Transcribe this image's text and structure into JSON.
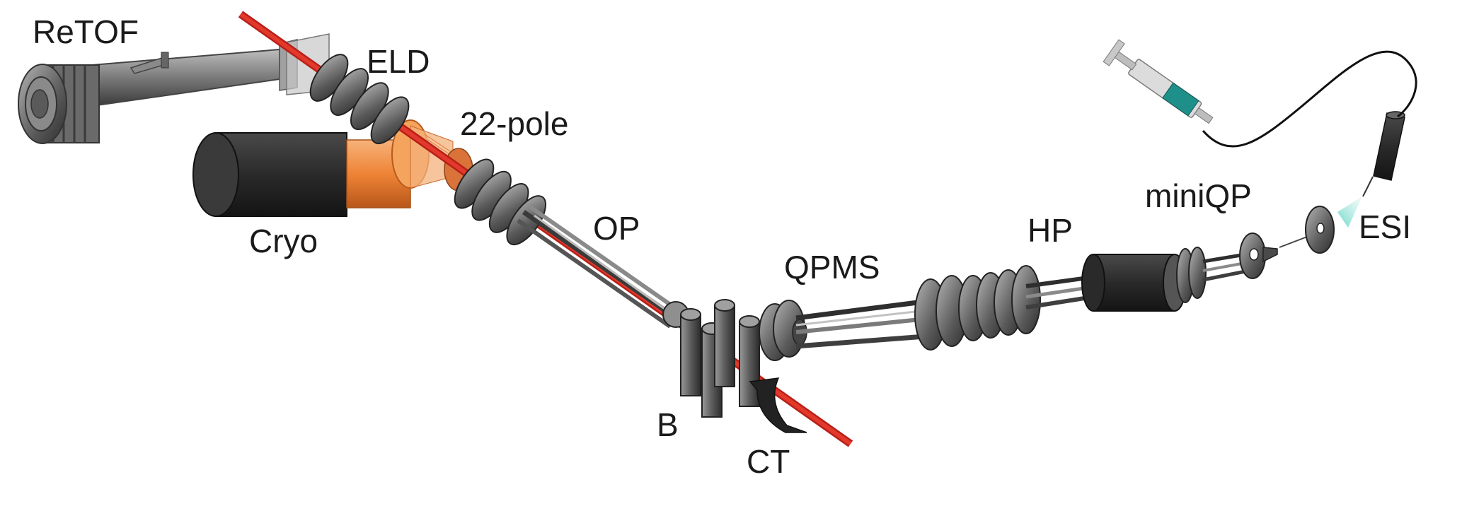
{
  "labels": {
    "retof": "ReTOF",
    "eld": "ELD",
    "pole22": "22-pole",
    "cryo": "Cryo",
    "op": "OP",
    "qpms": "QPMS",
    "hp": "HP",
    "miniqp": "miniQP",
    "esi": "ESI",
    "b": "B",
    "ct": "CT"
  },
  "colors": {
    "laser": "#d9281e",
    "metal_dark": "#3c3c3c",
    "metal_mid": "#6f6f6f",
    "metal_light": "#a8a8a8",
    "cryo_orange": "#f08a3c",
    "syringe_teal": "#1f8f8a",
    "spray_cyan": "#8fe3d8"
  }
}
